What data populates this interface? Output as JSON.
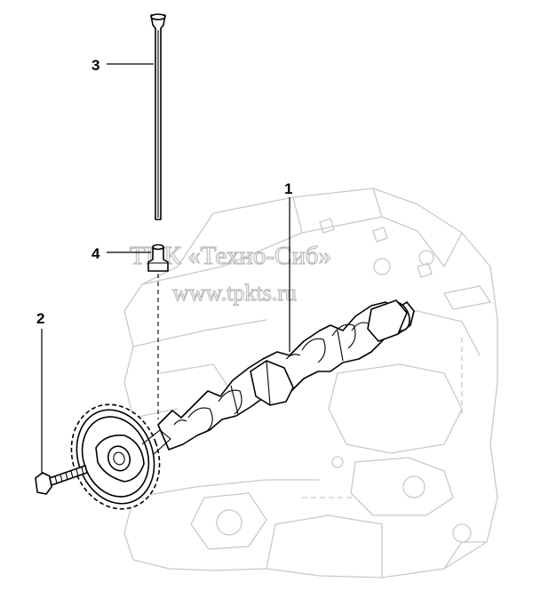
{
  "callouts": [
    {
      "id": "1",
      "label": "1"
    },
    {
      "id": "2",
      "label": "2"
    },
    {
      "id": "3",
      "label": "3"
    },
    {
      "id": "4",
      "label": "4"
    }
  ],
  "watermark": {
    "line1": "ТПК «Техно-Сиб»",
    "line2": "www.tpkts.ru"
  },
  "colors": {
    "line": "#000000",
    "ghost_outline": "#c9c9c9",
    "watermark": "#bdbdbd",
    "background": "#ffffff"
  }
}
